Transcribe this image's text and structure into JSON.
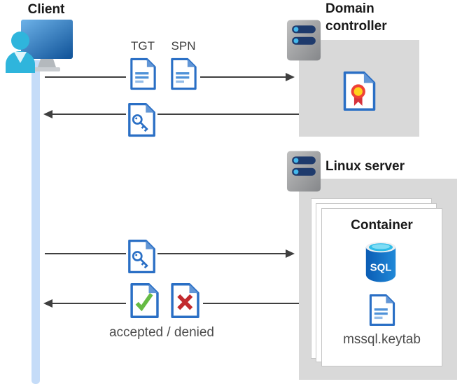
{
  "client": {
    "label": "Client"
  },
  "domain_controller": {
    "label": "Domain controller"
  },
  "linux_server": {
    "label": "Linux server"
  },
  "container": {
    "label": "Container",
    "sql_badge": "SQL",
    "keytab_file": "mssql.keytab"
  },
  "flow_labels": {
    "tgt": "TGT",
    "spn": "SPN",
    "result": "accepted / denied"
  },
  "colors": {
    "document_blue": "#2a6fc5",
    "document_fold_blue": "#6296d6",
    "document_line_blue": "#4f92d8",
    "accepted_green": "#66bb44",
    "denied_red": "#c22a2e",
    "certificate_ribbon_red": "#ef4136",
    "certificate_seal_yellow": "#ffd21c",
    "client_lifeline_blue": "#c5dcf8",
    "server_box_gray": "#d9d9d9",
    "arrow_gray": "#3f3f3f",
    "sql_cylinder_blue": "#0f6ac0",
    "sql_top_cyan": "#30bde8",
    "monitor_blue": "#3d8ed2",
    "person_cyan": "#2fb5dc",
    "server_pill_navy": "#1e3a6c",
    "server_pill_dot_cyan": "#44b8ec"
  }
}
